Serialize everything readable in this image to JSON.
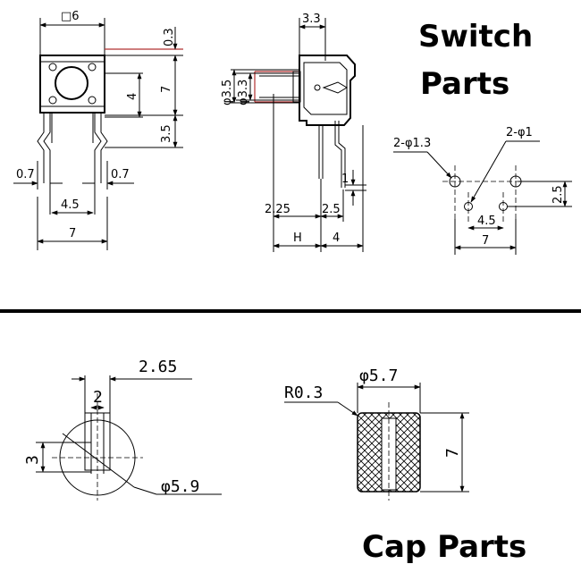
{
  "headings": {
    "switch_line1": "Switch",
    "switch_line2": "Parts",
    "cap": "Cap Parts"
  },
  "switch_front": {
    "body_width": "□6",
    "top_offset": "0.3",
    "body_height": "7",
    "center_height": "4",
    "pin_height": "3.5",
    "left_pin": "0.7",
    "right_pin": "0.7",
    "pin_pitch": "4.5",
    "overall_width": "7"
  },
  "switch_side": {
    "top_width": "3.3",
    "stem_diameter_outer": "φ3.5",
    "stem_diameter_inner": "φ3.3",
    "pin_offset": "1",
    "base_left": "2.25",
    "base_right": "2.5",
    "height_label": "H",
    "depth": "4"
  },
  "footprint": {
    "mount_holes": "2-φ1.3",
    "pin_holes": "2-φ1",
    "row_spacing": "2.5",
    "pin_pitch": "4.5",
    "overall_width": "7"
  },
  "cap_top": {
    "outer_width": "2.65",
    "inner_width": "2",
    "slot_height": "3",
    "diameter": "φ5.9"
  },
  "cap_side": {
    "radius": "R0.3",
    "diameter": "φ5.7",
    "height": "7"
  }
}
